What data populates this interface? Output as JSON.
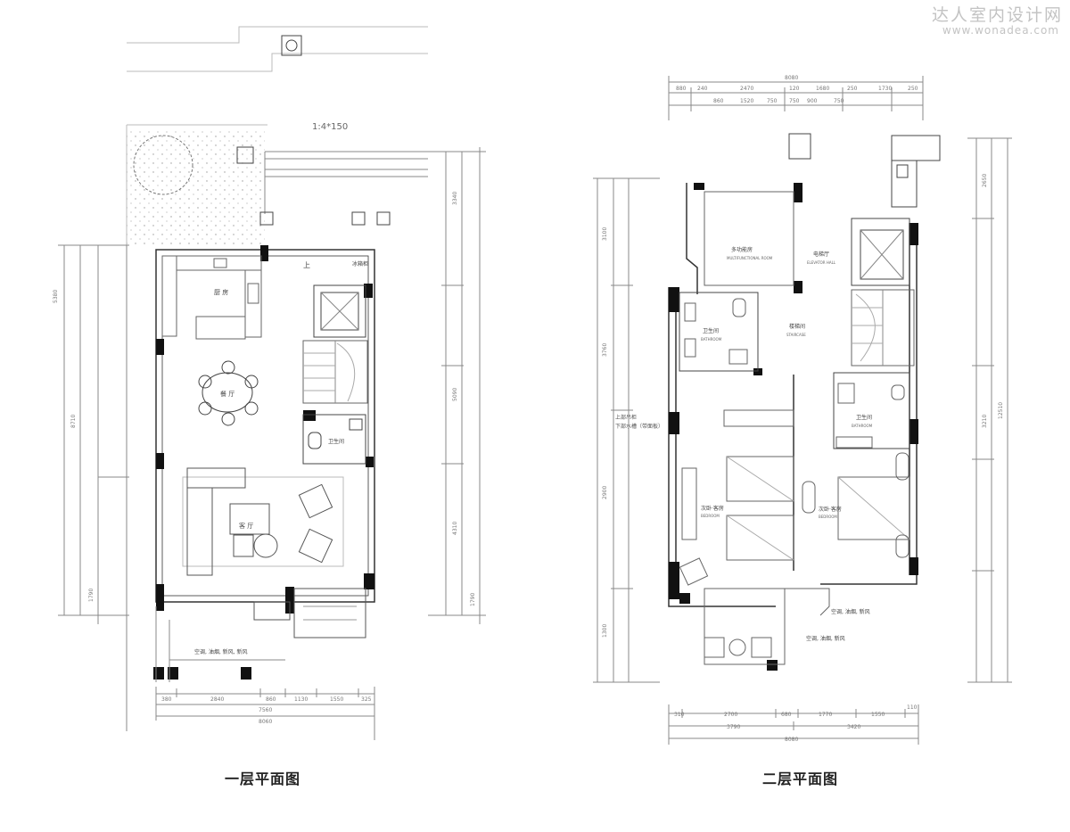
{
  "watermark": {
    "title": "达人室内设计网",
    "url": "www.wonadea.com"
  },
  "plan1": {
    "caption": "一层平面图",
    "rooms": {
      "kitchen": "厨 房",
      "dining": "餐 厅",
      "living": "客 厅",
      "bathroom": "卫生间",
      "stair_up": "上",
      "fridge": "冰箱柜",
      "aircon_note": "空调, 油烟, 新风, 新风"
    },
    "dimensions": {
      "top_slope": "1:4*150",
      "bottom_segments": [
        "380",
        "2840",
        "860",
        "1130",
        "1550",
        "325"
      ],
      "bottom_total1": "7560",
      "bottom_total2": "8060",
      "left_outer": [
        "5380",
        "8710",
        "1790"
      ],
      "right_outer": [
        "3340",
        "5090",
        "4310",
        "1790"
      ]
    }
  },
  "plan2": {
    "caption": "二层平面图",
    "rooms": {
      "multipurpose": "多功能房",
      "multipurpose_en": "MULTIFUNCTIONAL ROOM",
      "elevator_hall": "电梯厅",
      "elevator_hall_en": "ELEVATOR HALL",
      "bathroom1": "卫生间",
      "bathroom1_en": "BATHROOM",
      "staircase": "楼梯间",
      "staircase_en": "STAIRCASE",
      "bathroom2": "卫生间",
      "bathroom2_en": "BATHROOM",
      "bedroom1": "次卧·客房",
      "bedroom1_en": "BEDROOM",
      "bedroom2": "次卧·客房",
      "bedroom2_en": "BEDROOM",
      "note_left": "上部吊柜",
      "note_left2": "下部水槽（带面板）",
      "aircon_note1": "空调, 油烟, 新风",
      "aircon_note2": "空调, 油烟, 新风"
    },
    "dimensions": {
      "top_total": "8080",
      "top_segments": [
        "880",
        "240",
        "2470",
        "120",
        "1680",
        "250",
        "1730",
        "250"
      ],
      "top_sub": [
        "860",
        "1520",
        "750",
        "750",
        "900",
        "750"
      ],
      "bottom_segments": [
        "310",
        "2700",
        "680",
        "1770",
        "1550",
        "110"
      ],
      "bottom_sub": [
        "3790",
        "3420"
      ],
      "bottom_total": "8080",
      "left": [
        "3100",
        "3760",
        "2900",
        "1300"
      ],
      "right": [
        "2650",
        "3210",
        "12510"
      ]
    }
  }
}
